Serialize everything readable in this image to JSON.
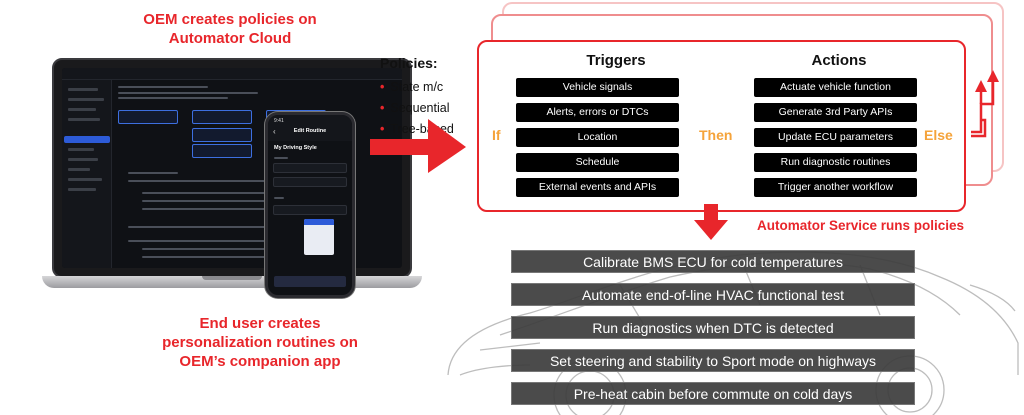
{
  "left": {
    "oem_title": "OEM creates policies on Automator Cloud",
    "user_title": "End user creates personalization routines on OEM’s companion app"
  },
  "phone": {
    "time": "9:41",
    "screen_title": "Edit Routine",
    "routine_name": "My Driving Style"
  },
  "policies": {
    "title": "Policies:",
    "items": [
      "State m/c",
      "Sequential",
      "Tree-based"
    ]
  },
  "policy_card": {
    "triggers_title": "Triggers",
    "actions_title": "Actions",
    "if_label": "If",
    "then_label": "Then",
    "else_label": "Else",
    "triggers": [
      "Vehicle signals",
      "Alerts, errors or DTCs",
      "Location",
      "Schedule",
      "External events and APIs"
    ],
    "actions": [
      "Actuate vehicle function",
      "Generate 3rd Party APIs",
      "Update ECU parameters",
      "Run diagnostic routines",
      "Trigger another workflow"
    ]
  },
  "automator_label": "Automator Service runs policies",
  "use_cases": [
    "Calibrate BMS ECU for cold temperatures",
    "Automate end-of-line HVAC functional test",
    "Run diagnostics when DTC is detected",
    "Set steering and stability to Sport mode on highways",
    "Pre-heat cabin before commute on cold days"
  ],
  "colors": {
    "accent_red": "#e8262b",
    "orange": "#f5a33a",
    "pill_black": "#000000"
  }
}
